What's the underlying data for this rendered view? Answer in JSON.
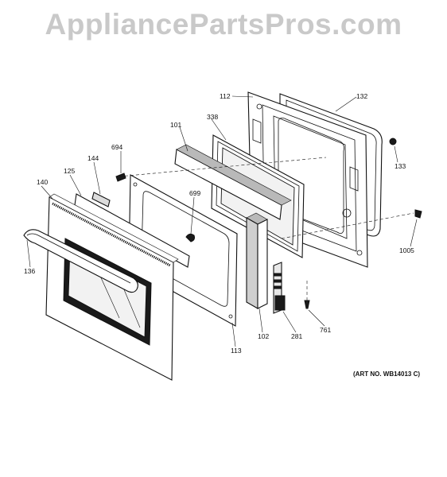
{
  "watermark": "AppliancePartsPros.com",
  "art_number": "(ART NO. WB14013 C)",
  "callouts": {
    "c112": "112",
    "c132": "132",
    "c338": "338",
    "c101": "101",
    "c694": "694",
    "c144": "144",
    "c125": "125",
    "c140": "140",
    "c699": "699",
    "c133": "133",
    "c1005": "1005",
    "c136": "136",
    "c113": "113",
    "c102": "102",
    "c281": "281",
    "c761": "761"
  }
}
